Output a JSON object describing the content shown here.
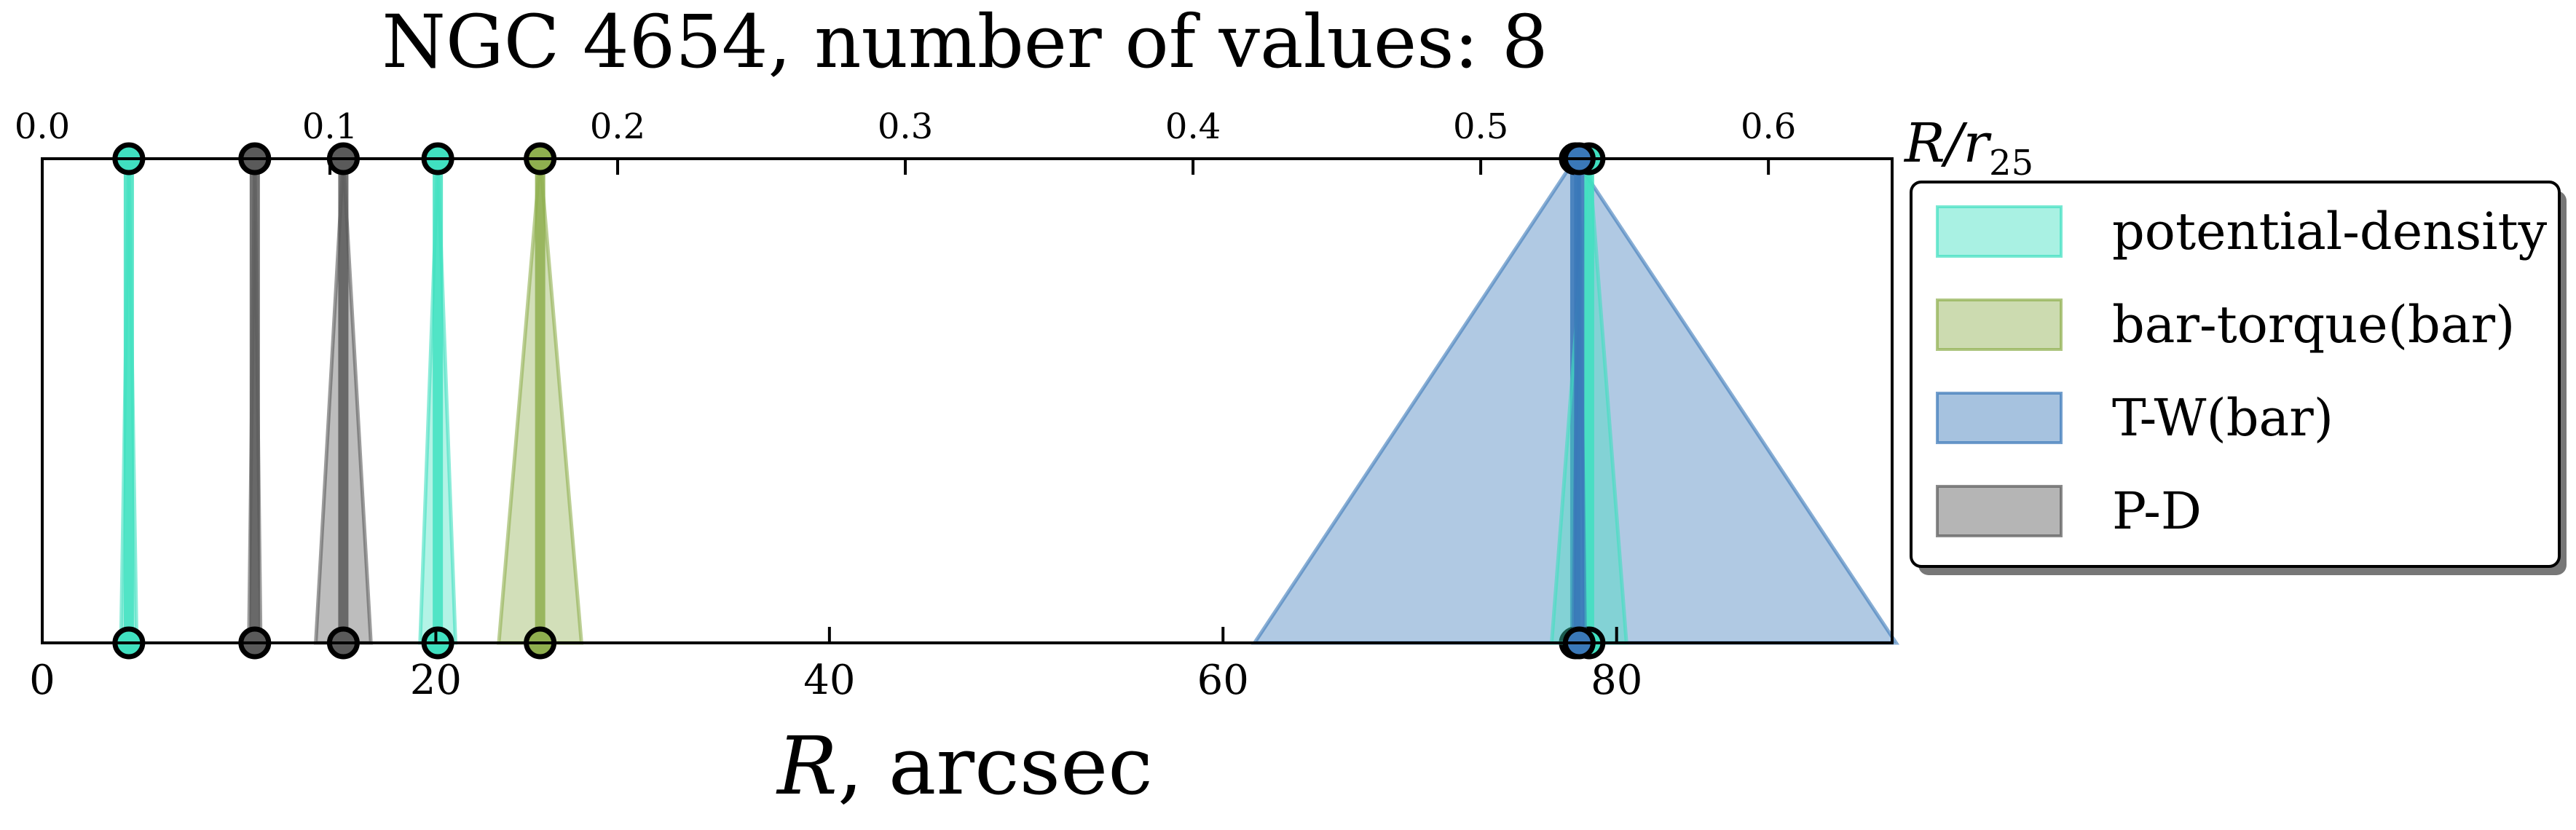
{
  "chart_data": {
    "type": "scatter",
    "title": "NGC 4654, number of values: 8",
    "xlabel": "R, arcsec",
    "x2label": "R/r25",
    "xlim": [
      0,
      94
    ],
    "x2lim": [
      0.0,
      0.643
    ],
    "xticks": [
      0,
      20,
      40,
      60,
      80
    ],
    "x2ticks": [
      0.0,
      0.1,
      0.2,
      0.3,
      0.4,
      0.5,
      0.6
    ],
    "x2tick_labels": [
      "0.0",
      "0.1",
      "0.2",
      "0.3",
      "0.4",
      "0.5",
      "0.6"
    ],
    "grid": false,
    "legend_position": "outside-right",
    "legend": [
      {
        "label": "potential-density",
        "color": "#40e0c0"
      },
      {
        "label": "bar-torque(bar)",
        "color": "#8faf4f"
      },
      {
        "label": "T-W(bar)",
        "color": "#3a78b8"
      },
      {
        "label": "P-D",
        "color": "#5a5a5a"
      }
    ],
    "series": [
      {
        "method": "potential-density",
        "color": "#40e0c0",
        "r": 4.4,
        "err": 0.4
      },
      {
        "method": "P-D",
        "color": "#5a5a5a",
        "r": 10.8,
        "err": 0.3
      },
      {
        "method": "P-D",
        "color": "#5a5a5a",
        "r": 15.3,
        "err": 1.4
      },
      {
        "method": "potential-density",
        "color": "#40e0c0",
        "r": 20.1,
        "err": 0.9
      },
      {
        "method": "bar-torque(bar)",
        "color": "#8faf4f",
        "r": 25.3,
        "err": 2.1
      },
      {
        "method": "T-W(bar)",
        "color": "#3a78b8",
        "r": 77.9,
        "err": 16.3
      },
      {
        "method": "potential-density",
        "color": "#40e0c0",
        "r": 78.6,
        "err": 1.9
      },
      {
        "method": "T-W(bar)",
        "color": "#3a78b8",
        "r": 78.1,
        "err": 0.3
      }
    ]
  }
}
